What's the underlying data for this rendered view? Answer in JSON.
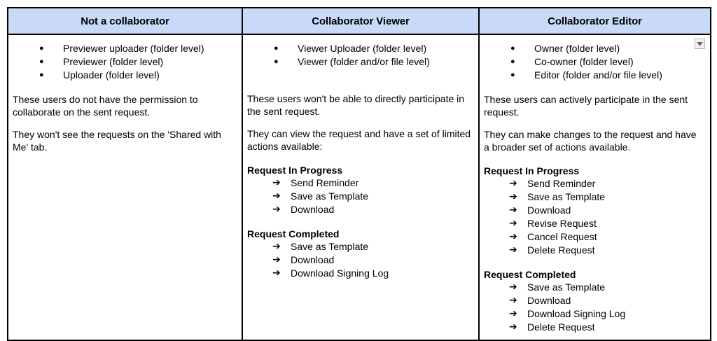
{
  "table": {
    "accent_header_bg": "#c9daf8",
    "border_color": "#000000",
    "columns": [
      {
        "header": "Not a collaborator",
        "roles": [
          "Previewer uploader (folder level)",
          "Previewer (folder level)",
          "Uploader (folder level)"
        ],
        "paragraphs": [
          "These users do not have the permission to collaborate on the sent request.",
          "They won't see the requests on the 'Shared with Me' tab."
        ],
        "sections": []
      },
      {
        "header": "Collaborator Viewer",
        "roles": [
          "Viewer Uploader (folder level)",
          "Viewer (folder and/or file level)"
        ],
        "paragraphs": [
          "These users  won't be able to directly participate in the sent request.",
          "They can view the request and have a set of limited actions available:"
        ],
        "sections": [
          {
            "title": "Request In Progress",
            "actions": [
              "Send Reminder",
              "Save as Template",
              "Download"
            ]
          },
          {
            "title": "Request Completed",
            "actions": [
              "Save as Template",
              "Download",
              "Download Signing Log"
            ]
          }
        ]
      },
      {
        "header": "Collaborator Editor",
        "roles": [
          "Owner (folder level)",
          "Co-owner (folder level)",
          "Editor (folder and/or file level)"
        ],
        "paragraphs": [
          "These users can actively participate in the sent request.",
          "They can make changes to the request and have a broader set of actions available."
        ],
        "sections": [
          {
            "title": "Request In Progress",
            "actions": [
              "Send Reminder",
              "Save as Template",
              "Download",
              "Revise Request",
              "Cancel Request",
              "Delete Request"
            ]
          },
          {
            "title": "Request Completed",
            "actions": [
              "Save as Template",
              "Download",
              "Download Signing Log",
              "Delete Request"
            ]
          }
        ]
      }
    ]
  },
  "controls": {
    "dropdown_icon": "chevron-down-icon"
  }
}
